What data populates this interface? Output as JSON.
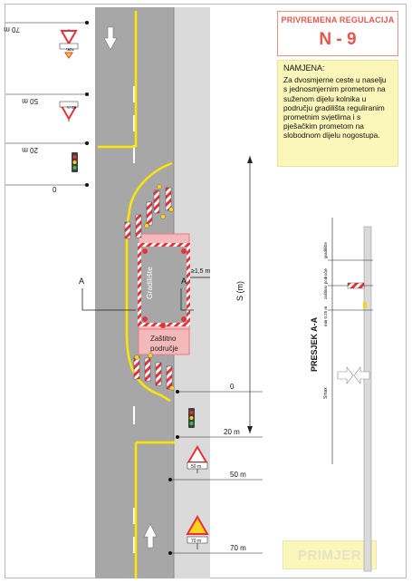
{
  "header": {
    "title": "PRIVREMENA REGULACIJA",
    "code": "N - 9"
  },
  "purpose": {
    "heading": "NAMJENA:",
    "text": "Za dvosmjerne ceste u naselju s jednosmjernim prometom na suženom dijelu kolnika u području gradilišta reguliranim prometnim svjetlima  i s pješačkim prometom na slobodnom dijelu nogostupa."
  },
  "diagram": {
    "dist_top_70": "70 m",
    "dist_top_50": "50 m",
    "dist_top_20": "20 m",
    "dist_top_0": "0",
    "dist_bottom_0": "0",
    "dist_bottom_20": "20 m",
    "dist_bottom_50": "50 m",
    "dist_bottom_70": "70 m",
    "sign_top_70": "70m",
    "sign_top_50": "50 m",
    "sign_bottom_50": "50 m",
    "sign_bottom_70": "70 m",
    "construction_label": "Gradilište",
    "protection_label": "Zaštitno područje",
    "clearance_label": "≥1,5 m",
    "section_marker": "A",
    "s_label": "S (m)"
  },
  "section": {
    "title": "PRESJEK A-A",
    "label_gradiliste": "gradilište",
    "label_zastitno": "zaštitno područje",
    "label_min": "min 0,25 m",
    "label_smax": "Smax"
  },
  "footer": {
    "example": "PRIMJER"
  },
  "colors": {
    "accent": "#e8564b",
    "road": "#a7a7a7",
    "sidewalk": "#dadada",
    "marking": "#ffe600",
    "barrier": "#e8313a"
  }
}
